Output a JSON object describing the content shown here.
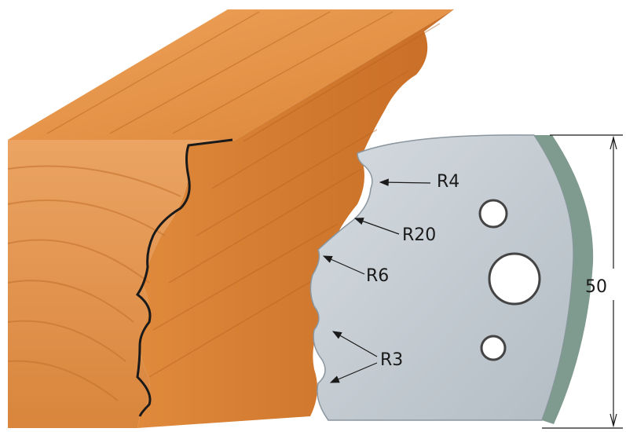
{
  "labels": {
    "r4": "R4",
    "r20": "R20",
    "r6": "R6",
    "r3": "R3",
    "height": "50"
  },
  "colors": {
    "wood_light": "#e8954a",
    "wood_mid": "#d4782f",
    "wood_dark": "#b85f1e",
    "steel": "#c3cbd2",
    "steel_edge": "#7f9a8e",
    "outline": "#1a1a1a"
  }
}
